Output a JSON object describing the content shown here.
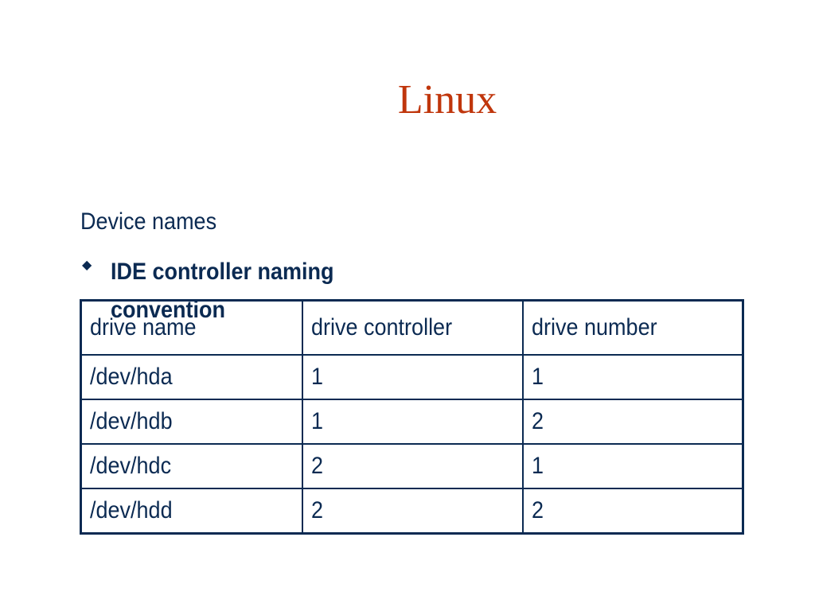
{
  "slide": {
    "title": "Linux",
    "section_heading": "Device names",
    "bullet": {
      "icon": "diamond-bullet-icon",
      "text": "IDE controller naming convention"
    }
  },
  "table": {
    "headers": [
      "drive name",
      "drive controller",
      "drive number"
    ],
    "rows": [
      [
        "/dev/hda",
        "1",
        "1"
      ],
      [
        "/dev/hdb",
        "1",
        "2"
      ],
      [
        "/dev/hdc",
        "2",
        "1"
      ],
      [
        "/dev/hdd",
        "2",
        "2"
      ]
    ]
  },
  "colors": {
    "title": "#c0360c",
    "text": "#0b2a52",
    "border": "#0b2a52",
    "background": "#ffffff"
  }
}
